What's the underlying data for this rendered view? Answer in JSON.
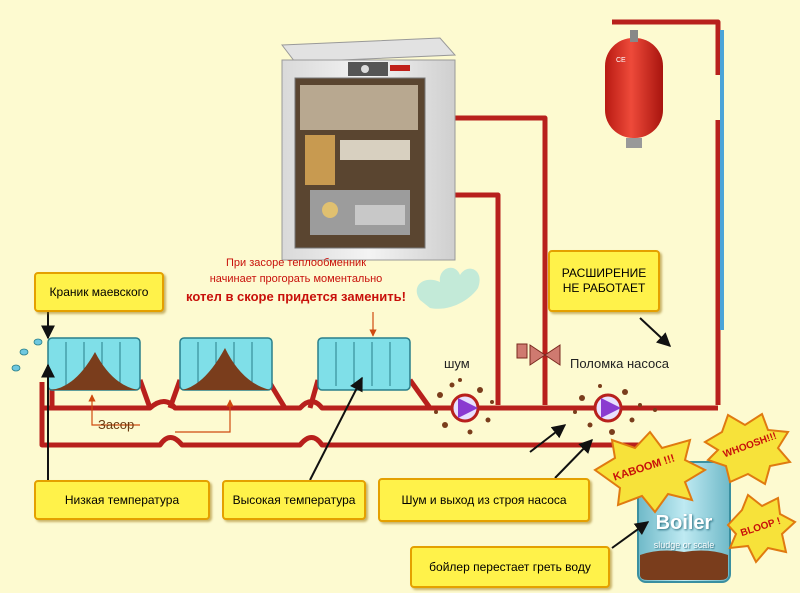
{
  "labels": {
    "maevsky": "Краник маевского",
    "expansion_line1": "РАСШИРЕНИЕ",
    "expansion_line2": "НЕ РАБОТАЕТ",
    "low_temp": "Низкая температура",
    "high_temp": "Высокая температура",
    "pump_noise": "Шум и выход из строя насоса",
    "boiler_stops": "бойлер перестает греть воду"
  },
  "notes": {
    "heat_exchanger_line1": "При засоре теплообменник",
    "heat_exchanger_line2": "начинает прогорать моментально",
    "heat_exchanger_line3": "котел в скоре придется заменить!",
    "clog": "Засор",
    "noise": "шум",
    "pump_failure": "Поломка насоса"
  },
  "tank": {
    "marking": "CE"
  },
  "boiler": {
    "title": "Boiler",
    "subtitle": "sludge or scale"
  },
  "bursts": {
    "kaboom": "KABOOM !!!",
    "whoosh": "WHOOSH!!!",
    "bloop": "BLOOP !"
  },
  "colors": {
    "background": "#fdfad0",
    "pipe": "#b8201c",
    "label_fill": "#fff24a",
    "label_border": "#e4a000",
    "note_text": "#c8100a",
    "radiator": "#7fdfe8",
    "sludge": "#7a3d1c",
    "pump": "#8a3bd0",
    "boiler_tank": "#9ad7e2",
    "blue_pipe": "#4aa3d8",
    "burst": "#f7e23a"
  }
}
